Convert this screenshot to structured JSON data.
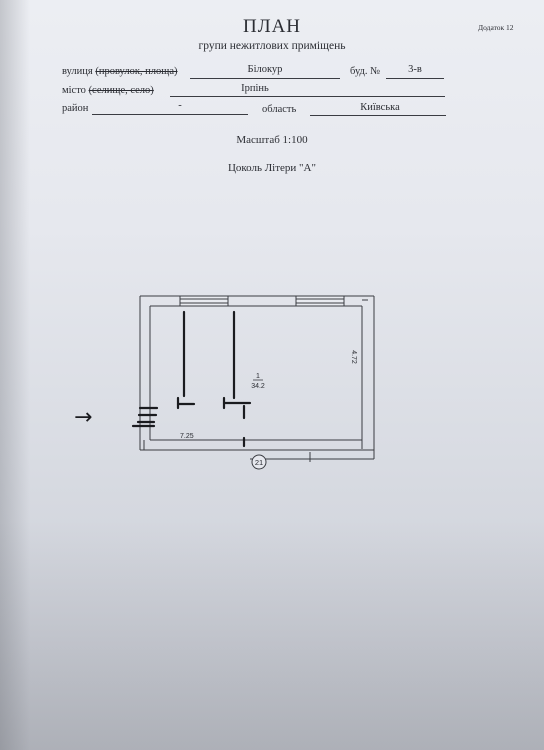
{
  "header": {
    "title": "ПЛАН",
    "subtitle": "групи нежитлових приміщень",
    "annex": "Додаток 12"
  },
  "address": {
    "street_label": "вулиця",
    "street_label_struck": "(провулок, площа)",
    "street_value": "Білокур",
    "building_label": "буд. №",
    "building_value": "3-в",
    "town_label": "місто",
    "town_label_struck": "(селище, село)",
    "town_value": "Ірпінь",
    "district_label": "район",
    "district_value": "-",
    "region_label": "область",
    "region_value": "Київська"
  },
  "scale": "Масштаб 1:100",
  "floor": "Цоколь Літери \"А\"",
  "plan": {
    "room_number": "1",
    "room_area": "34.2",
    "length_dim": "7.25",
    "width_dim": "4.72",
    "wall_mark": "21"
  },
  "entry_marker": "→"
}
